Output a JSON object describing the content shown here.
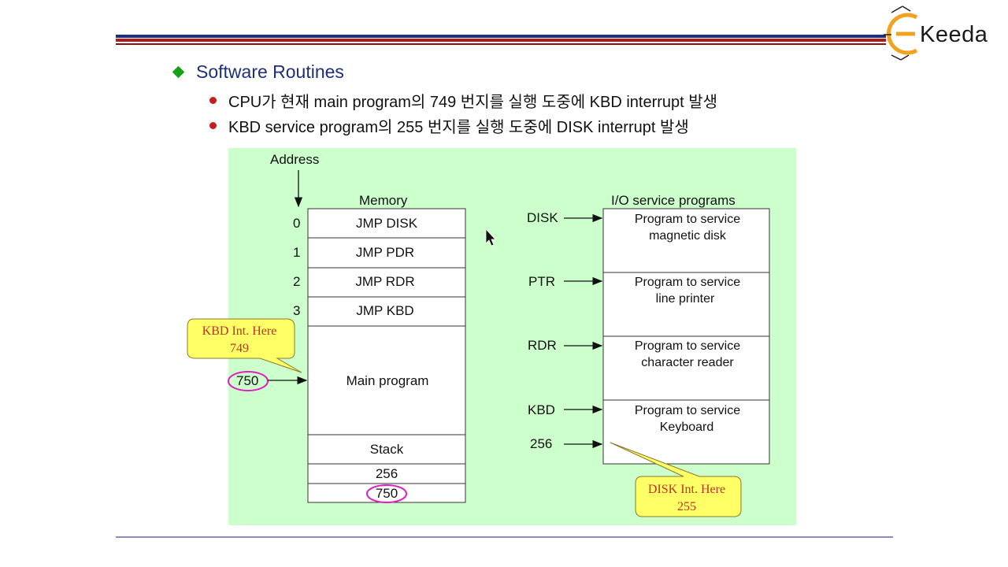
{
  "logo": {
    "text": "Keeda"
  },
  "heading": "Software Routines",
  "bullets": [
    "CPU가 현재 main program의 749 번지를 실행 도중에 KBD interrupt 발생",
    "KBD service program의 255 번지를 실행 도중에 DISK interrupt 발생"
  ],
  "diagram": {
    "address_label": "Address",
    "memory_label": "Memory",
    "io_label": "I/O service programs",
    "memory_rows": [
      {
        "addr": "0",
        "text": "JMP DISK"
      },
      {
        "addr": "1",
        "text": "JMP PDR"
      },
      {
        "addr": "2",
        "text": "JMP RDR"
      },
      {
        "addr": "3",
        "text": "JMP KBD"
      }
    ],
    "main_program": "Main program",
    "stack": "Stack",
    "stack_values": [
      "256",
      "750"
    ],
    "main_arrow_label": "750",
    "callout_kbd": {
      "line1": "KBD Int. Here",
      "line2": "749"
    },
    "callout_disk": {
      "line1": "DISK Int. Here",
      "line2": "255"
    },
    "io_programs": [
      {
        "label": "DISK",
        "line1": "Program to service",
        "line2": "magnetic disk"
      },
      {
        "label": "PTR",
        "line1": "Program to service",
        "line2": "line printer"
      },
      {
        "label": "RDR",
        "line1": "Program to service",
        "line2": "character reader"
      },
      {
        "label": "KBD",
        "line1": "Program to service",
        "line2": "Keyboard"
      }
    ],
    "kbd_inner_label": "256",
    "colors": {
      "panel": "#ccffcc",
      "callout_fill": "#ffff66",
      "callout_text": "#c0302a",
      "highlight": "#e020c0"
    }
  }
}
